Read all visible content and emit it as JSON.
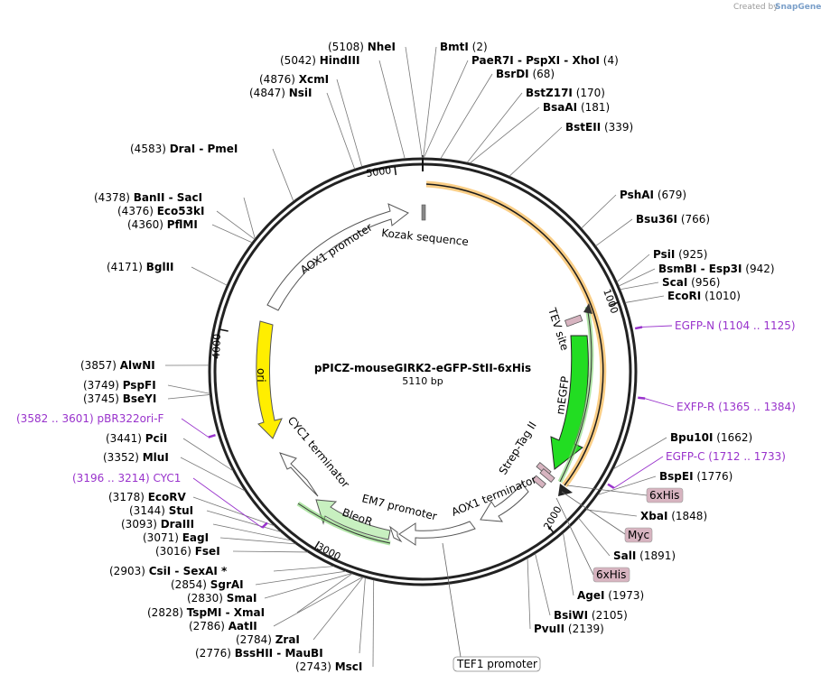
{
  "credit": {
    "prefix": "Created by",
    "brand": "SnapGene"
  },
  "plasmid": {
    "name": "pPICZ-mouseGIRK2-eGFP-StII-6xHis",
    "size_label": "5110 bp",
    "length": 5110
  },
  "ring_ticks": [
    {
      "pos": 1000,
      "label": "1000"
    },
    {
      "pos": 2000,
      "label": "2000"
    },
    {
      "pos": 3000,
      "label": "3000"
    },
    {
      "pos": 4000,
      "label": "4000"
    },
    {
      "pos": 5000,
      "label": "5000"
    }
  ],
  "sites": [
    {
      "text": "NheI",
      "pos": "(5108)",
      "bp": 5108
    },
    {
      "text": "HindIII",
      "pos": "(5042)",
      "bp": 5042
    },
    {
      "text": "XcmI",
      "pos": "(4876)",
      "bp": 4876
    },
    {
      "text": "NsiI",
      "pos": "(4847)",
      "bp": 4847
    },
    {
      "text": "DraI  -  PmeI",
      "pos": "(4583)",
      "bp": 4583
    },
    {
      "text": "BanII  -  SacI",
      "pos": "(4378)",
      "bp": 4378
    },
    {
      "text": "Eco53kI",
      "pos": "(4376)",
      "bp": 4376
    },
    {
      "text": "PflMI",
      "pos": "(4360)",
      "bp": 4360
    },
    {
      "text": "BglII",
      "pos": "(4171)",
      "bp": 4171
    },
    {
      "text": "AlwNI",
      "pos": "(3857)",
      "bp": 3857
    },
    {
      "text": "PspFI",
      "pos": "(3749)",
      "bp": 3749
    },
    {
      "text": "BseYI",
      "pos": "(3745)",
      "bp": 3745
    },
    {
      "text": "PciI",
      "pos": "(3441)",
      "bp": 3441
    },
    {
      "text": "MluI",
      "pos": "(3352)",
      "bp": 3352
    },
    {
      "text": "EcoRV",
      "pos": "(3178)",
      "bp": 3178
    },
    {
      "text": "StuI",
      "pos": "(3144)",
      "bp": 3144
    },
    {
      "text": "DraIII",
      "pos": "(3093)",
      "bp": 3093
    },
    {
      "text": "EagI",
      "pos": "(3071)",
      "bp": 3071
    },
    {
      "text": "FseI",
      "pos": "(3016)",
      "bp": 3016
    },
    {
      "text": "CsiI  -  SexAI *",
      "pos": "(2903)",
      "bp": 2903
    },
    {
      "text": "SgrAI",
      "pos": "(2854)",
      "bp": 2854
    },
    {
      "text": "SmaI",
      "pos": "(2830)",
      "bp": 2830
    },
    {
      "text": "TspMI  -  XmaI",
      "pos": "(2828)",
      "bp": 2828
    },
    {
      "text": "AatII",
      "pos": "(2786)",
      "bp": 2786
    },
    {
      "text": "ZraI",
      "pos": "(2784)",
      "bp": 2784
    },
    {
      "text": "BssHII  -  MauBI",
      "pos": "(2776)",
      "bp": 2776
    },
    {
      "text": "MscI",
      "pos": "(2743)",
      "bp": 2743
    },
    {
      "text": "BmtI",
      "pos": "(2)",
      "bp": 2
    },
    {
      "text": "PaeR7I  -  PspXI  -  XhoI",
      "pos": "(4)",
      "bp": 4
    },
    {
      "text": "BsrDI",
      "pos": "(68)",
      "bp": 68
    },
    {
      "text": "BstZ17I",
      "pos": "(170)",
      "bp": 170
    },
    {
      "text": "BsaAI",
      "pos": "(181)",
      "bp": 181
    },
    {
      "text": "BstEII",
      "pos": "(339)",
      "bp": 339
    },
    {
      "text": "PshAI",
      "pos": "(679)",
      "bp": 679
    },
    {
      "text": "Bsu36I",
      "pos": "(766)",
      "bp": 766
    },
    {
      "text": "PsiI",
      "pos": "(925)",
      "bp": 925
    },
    {
      "text": "BsmBI  -  Esp3I",
      "pos": "(942)",
      "bp": 942
    },
    {
      "text": "ScaI",
      "pos": "(956)",
      "bp": 956
    },
    {
      "text": "EcoRI",
      "pos": "(1010)",
      "bp": 1010
    },
    {
      "text": "Bpu10I",
      "pos": "(1662)",
      "bp": 1662
    },
    {
      "text": "BspEI",
      "pos": "(1776)",
      "bp": 1776
    },
    {
      "text": "XbaI",
      "pos": "(1848)",
      "bp": 1848
    },
    {
      "text": "SalI",
      "pos": "(1891)",
      "bp": 1891
    },
    {
      "text": "AgeI",
      "pos": "(1973)",
      "bp": 1973
    },
    {
      "text": "BsiWI",
      "pos": "(2105)",
      "bp": 2105
    },
    {
      "text": "PvuII",
      "pos": "(2139)",
      "bp": 2139
    }
  ],
  "primers": [
    {
      "name": "EGFP-N",
      "range": "(1104 .. 1125)",
      "bp": 1114
    },
    {
      "name": "EXFP-R",
      "range": "(1365 .. 1384)",
      "bp": 1375
    },
    {
      "name": "EGFP-C",
      "range": "(1712 .. 1733)",
      "bp": 1722
    },
    {
      "name": "pBR322ori-F",
      "range": "(3582 .. 3601)",
      "bp": 3591
    },
    {
      "name": "CYC1",
      "range": "(3196 .. 3214)",
      "bp": 3205
    }
  ],
  "features": {
    "aox1_promoter": "AOX1 promoter",
    "kozak": "Kozak sequence",
    "ori": "ori",
    "cyc1_terminator": "CYC1 terminator",
    "em7_promoter": "EM7 promoter",
    "bleor": "BleoR",
    "aox1_terminator": "AOX1 terminator",
    "tef1_promoter": "TEF1 promoter",
    "tev_site": "TEV site",
    "megfp": "mEGFP",
    "strep_tag": "Strep-Tag II",
    "his1": "6xHis",
    "myc": "Myc",
    "his2": "6xHis"
  },
  "colors": {
    "orf_orange": "#f5a623",
    "megfp_green": "#22dd22",
    "bleor_green": "#c8f0c0",
    "ori_yellow": "#ffee00",
    "tag_pink": "#d7b4c0",
    "primer_purple": "#9933cc"
  }
}
